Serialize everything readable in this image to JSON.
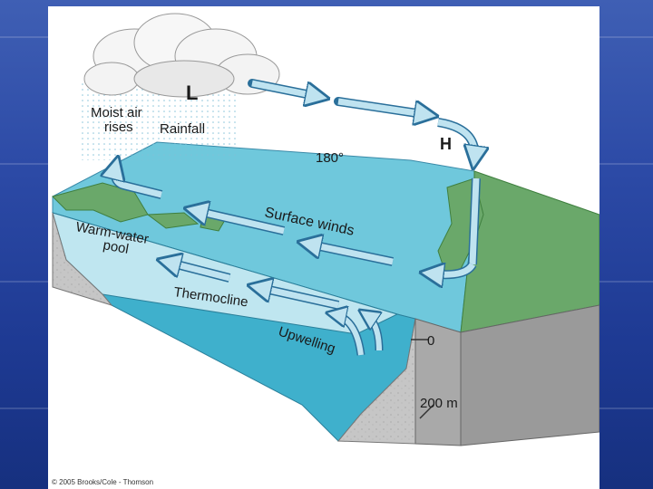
{
  "diagram": {
    "labels": {
      "low_pressure": "L",
      "high_pressure": "H",
      "moist_air_line1": "Moist air",
      "moist_air_line2": "rises",
      "rainfall": "Rainfall",
      "longitude": "180°",
      "surface_winds": "Surface winds",
      "warm_pool_line1": "Warm-water",
      "warm_pool_line2": "pool",
      "thermocline": "Thermocline",
      "upwelling": "Upwelling",
      "depth_zero": "0",
      "depth_200": "200 m"
    },
    "copyright": "© 2005 Brooks/Cole - Thomson"
  },
  "colors": {
    "ocean_surface": "#6fc8dc",
    "warm_pool": "#bfe6f0",
    "deep_water": "#3fb0cc",
    "land_green": "#6aa86a",
    "cross_section": "#c9c9c9",
    "arrow_fill": "#bfe3f0",
    "arrow_stroke": "#2a6f9a"
  }
}
